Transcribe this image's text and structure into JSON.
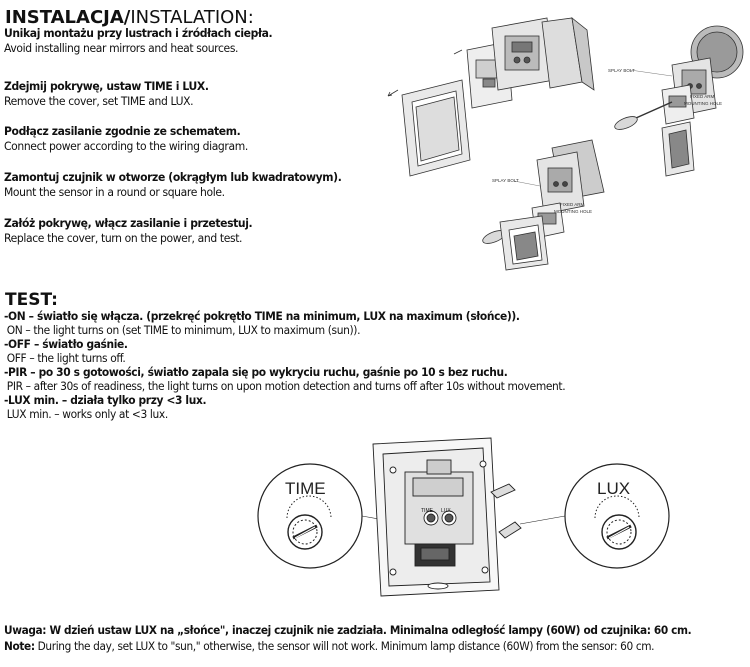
{
  "installation": {
    "heading_pl": "INSTALACJA/",
    "heading_en": "INSTALATION:",
    "steps": [
      {
        "pl": "Unikaj montażu przy lustrach i źródłach ciepła.",
        "en": "Avoid installing near mirrors and heat sources."
      },
      {
        "pl": "Zdejmij pokrywę, ustaw TIME i LUX.",
        "en": "Remove the cover, set TIME and LUX."
      },
      {
        "pl": "Podłącz zasilanie zgodnie ze schematem.",
        "en": "Connect power according to the wiring diagram."
      },
      {
        "pl": "Zamontuj czujnik w otworze (okrągłym lub kwadratowym).",
        "en": "Mount the sensor in a round or square hole."
      },
      {
        "pl": "Załóż pokrywę, włącz zasilanie i przetestuj.",
        "en": "Replace the cover, turn on the power, and test."
      }
    ]
  },
  "diagram_labels": {
    "splay_bolt_1": "SPLAY BOLT",
    "fixed_arm_1": "FIXED ARM",
    "mounting_hole_1": "MOUNTING HOLE",
    "splay_bolt_2": "SPLAY BOLT",
    "fixed_arm_2": "FIXED ARM",
    "mounting_hole_2": "MOUNTING HOLE"
  },
  "test": {
    "title": "TEST:",
    "lines": [
      {
        "pl": "-ON – światło się włącza. (przekręć pokrętło TIME na minimum, LUX na maximum (słońce)).",
        "en": "ON – the light turns on (set TIME to minimum, LUX to maximum (sun))."
      },
      {
        "pl": "-OFF – światło gaśnie.",
        "en": "OFF – the light turns off."
      },
      {
        "pl": "-PIR – po 30 s gotowości, światło zapala się po wykryciu ruchu, gaśnie po 10 s bez ruchu.",
        "en": "PIR – after 30s of readiness, the light turns on upon motion detection and turns off after 10s without movement."
      },
      {
        "pl": "-LUX min. – działa tylko przy <3 lux.",
        "en": "LUX min. – works only at <3 lux."
      }
    ]
  },
  "knobs": {
    "time_label": "TIME",
    "lux_label": "LUX"
  },
  "device_labels": {
    "time": "TIME",
    "lux": "LUX"
  },
  "note": {
    "pl_label": "Uwaga:",
    "pl_text": " W dzień ustaw LUX na „słońce\", inaczej czujnik nie zadziała. Minimalna odległość lampy (60W) od czujnika: 60 cm.",
    "en_label": "Note:",
    "en_text": " During the day, set LUX to \"sun,\" otherwise, the sensor will not work. Minimum lamp distance (60W) from the sensor: 60 cm."
  }
}
